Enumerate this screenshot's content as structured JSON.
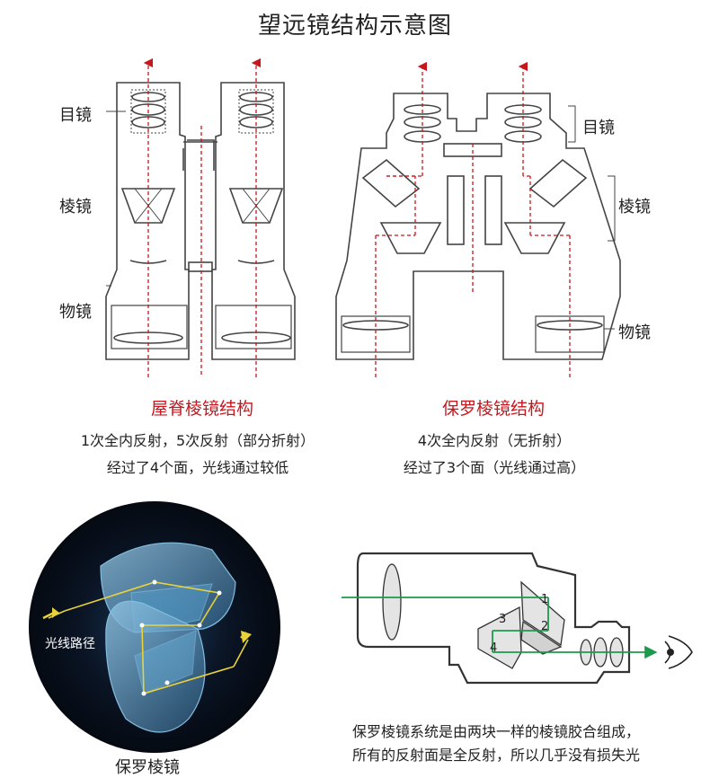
{
  "title": "望远镜结构示意图",
  "roof": {
    "labels": {
      "eyepiece": "目镜",
      "prism": "棱镜",
      "objective": "物镜"
    },
    "caption": "屋脊棱镜结构",
    "desc": [
      "1次全内反射，5次反射（部分折射）",
      "经过了4个面，光线通过较低"
    ]
  },
  "porro": {
    "labels": {
      "eyepiece": "目镜",
      "prism": "棱镜",
      "objective": "物镜"
    },
    "caption": "保罗棱镜结构",
    "desc": [
      "4次全内反射（无折射）",
      "经过了3个面（光线通过高）"
    ]
  },
  "photo": {
    "path_label": "光线路径",
    "caption": "保罗棱镜"
  },
  "prism_diagram": {
    "numbers": [
      "1",
      "2",
      "3",
      "4"
    ]
  },
  "bottom_desc": [
    "保罗棱镜系统是由两块一样的棱镜胶合组成，",
    "所有的反射面是全反射，所以几乎没有损失光"
  ],
  "colors": {
    "accent_red": "#c8161d",
    "light_ray_green": "#1a9a4a",
    "light_path_yellow": "#e8d23a"
  }
}
